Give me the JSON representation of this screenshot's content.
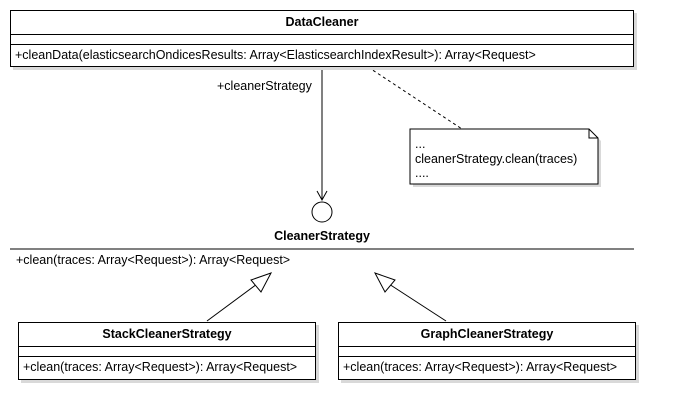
{
  "classes": {
    "data_cleaner": {
      "name": "DataCleaner",
      "operation": "+cleanData(elasticsearchOndicesResults: Array<ElasticsearchIndexResult>): Array<Request>"
    },
    "stack_cleaner": {
      "name": "StackCleanerStrategy",
      "operation": "+clean(traces: Array<Request>): Array<Request>"
    },
    "graph_cleaner": {
      "name": "GraphCleanerStrategy",
      "operation": "+clean(traces: Array<Request>): Array<Request>"
    }
  },
  "interface": {
    "name": "CleanerStrategy",
    "operation": "+clean(traces: Array<Request>): Array<Request>"
  },
  "association": {
    "role": "+cleanerStrategy"
  },
  "note": {
    "lines": [
      "...",
      "cleanerStrategy.clean(traces)",
      "...."
    ]
  },
  "colors": {
    "line": "#000000",
    "shadow": "#d9d9d9",
    "background": "#ffffff"
  }
}
